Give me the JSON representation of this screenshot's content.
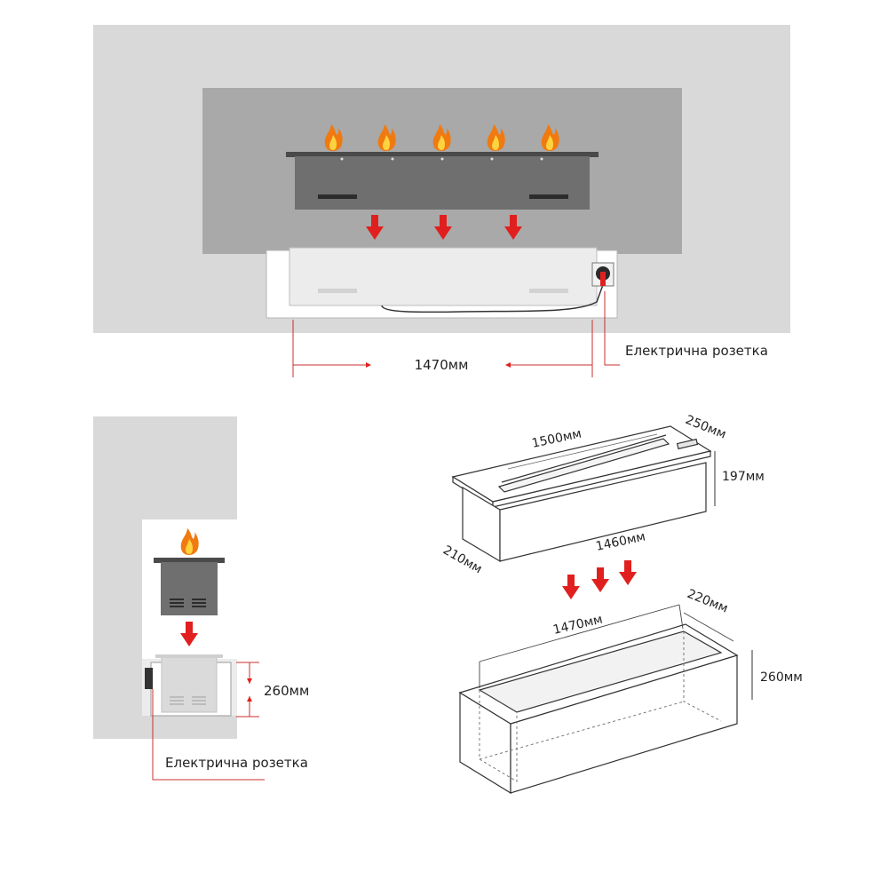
{
  "colors": {
    "wall": "#d9d9d9",
    "recess": "#a9a9a9",
    "burner": "#6f6f6f",
    "niche_cut": "#ececec",
    "arrow": "#e0201f",
    "dim_line": "#c9302c",
    "flame_outer": "#f07a10",
    "flame_inner": "#ffd23f",
    "outline": "#333333"
  },
  "front_view": {
    "width_label": "1470мм",
    "outlet_label": "Електрична розетка",
    "flame_icon": "flame-icon",
    "arrow_icon": "arrow-down-icon",
    "socket_icon": "power-socket-icon"
  },
  "side_view": {
    "depth_label": "260мм",
    "outlet_label": "Електрична розетка",
    "flame_icon": "flame-icon",
    "arrow_icon": "arrow-down-icon",
    "socket_icon": "power-socket-icon"
  },
  "burner_dimensions": {
    "length_top": "1500мм",
    "width_top": "250мм",
    "height": "197мм",
    "width_bottom": "210мм",
    "length_bottom": "1460мм"
  },
  "niche_dimensions": {
    "length": "1470мм",
    "width": "220мм",
    "height": "260мм"
  }
}
